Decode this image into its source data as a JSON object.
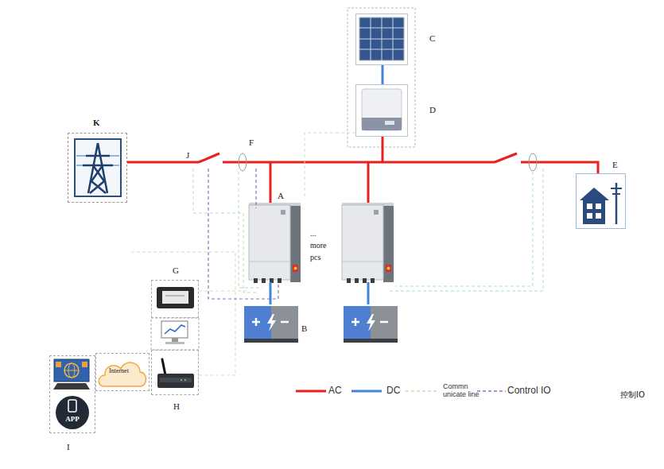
{
  "diagram": {
    "nodes": [
      {
        "text": [
          "C"
        ]
      },
      {
        "text": [
          "D"
        ]
      },
      {
        "text": [
          "K"
        ]
      },
      {
        "text": [
          "A"
        ]
      },
      {
        "text": [
          "B"
        ]
      },
      {
        "text": [
          "E"
        ]
      },
      {
        "text": [
          "G"
        ]
      },
      {
        "text": [
          "Internet"
        ]
      },
      {
        "text": [
          "H"
        ]
      },
      {
        "text": [
          "I"
        ]
      },
      {
        "text": [
          "APP"
        ],
        "in": 9
      }
    ],
    "edges": [
      {
        "from": 0,
        "to": 1,
        "arrow": "none"
      },
      {
        "from": 3,
        "to": 4,
        "arrow": "none"
      }
    ],
    "labels": [
      "J",
      "F",
      "... more pcs",
      "控制IO"
    ],
    "legend": [
      {
        "text": "AC"
      },
      {
        "text": "DC"
      },
      {
        "text": "Commn unicate line"
      },
      {
        "text": "Control IO"
      }
    ]
  }
}
